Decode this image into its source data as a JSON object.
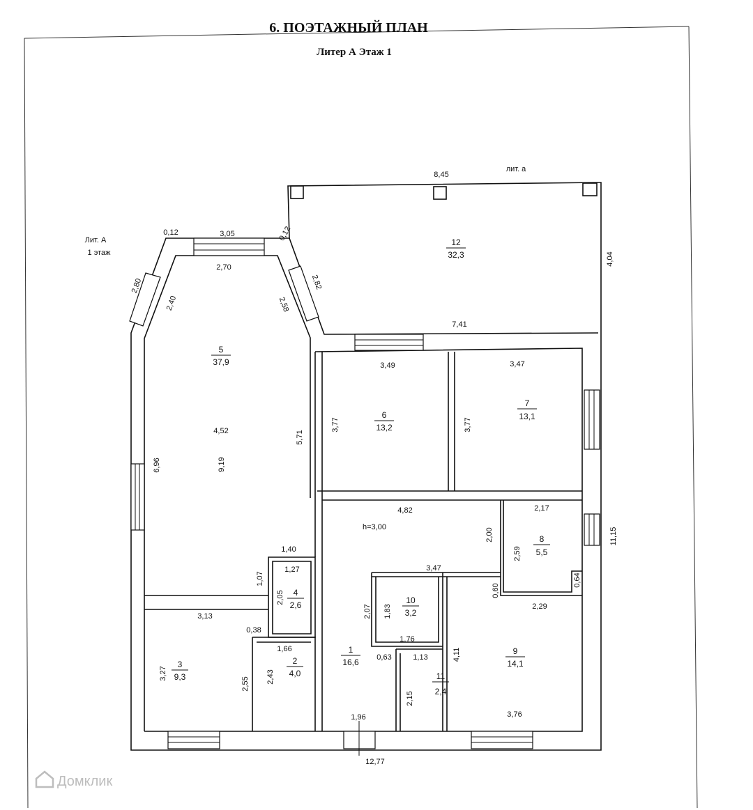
{
  "header": {
    "title": "6. ПОЭТАЖНЫЙ ПЛАН",
    "subtitle": "Литер А Этаж 1"
  },
  "legend": {
    "litera": "Лит. А",
    "floor": "1 этаж",
    "annex": "лит. а",
    "height": "h=3,00"
  },
  "rooms": [
    {
      "num": "12",
      "area": "32,3"
    },
    {
      "num": "5",
      "area": "37,9"
    },
    {
      "num": "6",
      "area": "13,2"
    },
    {
      "num": "7",
      "area": "13,1"
    },
    {
      "num": "8",
      "area": "5,5"
    },
    {
      "num": "4",
      "area": "2,6"
    },
    {
      "num": "10",
      "area": "3,2"
    },
    {
      "num": "1",
      "area": "16,6"
    },
    {
      "num": "9",
      "area": "14,1"
    },
    {
      "num": "3",
      "area": "9,3"
    },
    {
      "num": "2",
      "area": "4,0"
    },
    {
      "num": "11",
      "area": "2,4"
    }
  ],
  "dims": [
    "0,12",
    "3,05",
    "0,12",
    "2,70",
    "8,45",
    "7,41",
    "3,49",
    "3,47",
    "4,52",
    "4,82",
    "2,17",
    "1,40",
    "1,27",
    "3,47",
    "2,29",
    "3,13",
    "0,38",
    "1,66",
    "1,76",
    "0,63",
    "1,13",
    "3,76",
    "1,96",
    "12,77",
    "2,80",
    "2,40",
    "2,58",
    "2,82",
    "4,04",
    "3,77",
    "5,71",
    "6,96",
    "9,19",
    "3,77",
    "11,15",
    "2,00",
    "2,59",
    "1,07",
    "2,05",
    "0,60",
    "0,64",
    "2,07",
    "1,83",
    "3,27",
    "2,55",
    "2,43",
    "4,11",
    "2,15"
  ],
  "watermark": "Домклик",
  "colors": {
    "ink": "#111111",
    "paper": "#ffffff"
  }
}
